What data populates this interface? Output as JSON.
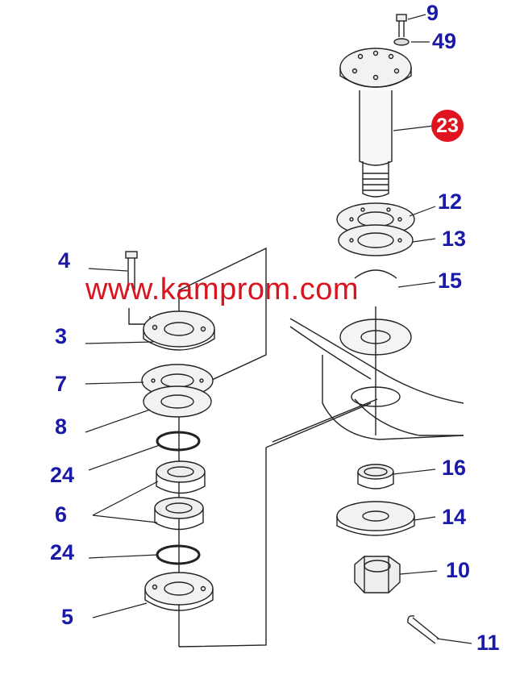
{
  "watermark": "www.kamprom.com",
  "colors": {
    "callout": "#1a1aa8",
    "badge": "#e0141e",
    "watermark": "#d8141e",
    "line": "#222222"
  },
  "callouts": {
    "n9": "9",
    "n49": "49",
    "n23": "23",
    "n12": "12",
    "n13": "13",
    "n15": "15",
    "n4": "4",
    "n3": "3",
    "n7": "7",
    "n8": "8",
    "n24a": "24",
    "n6": "6",
    "n24b": "24",
    "n5": "5",
    "n16": "16",
    "n14": "14",
    "n10": "10",
    "n11": "11"
  }
}
